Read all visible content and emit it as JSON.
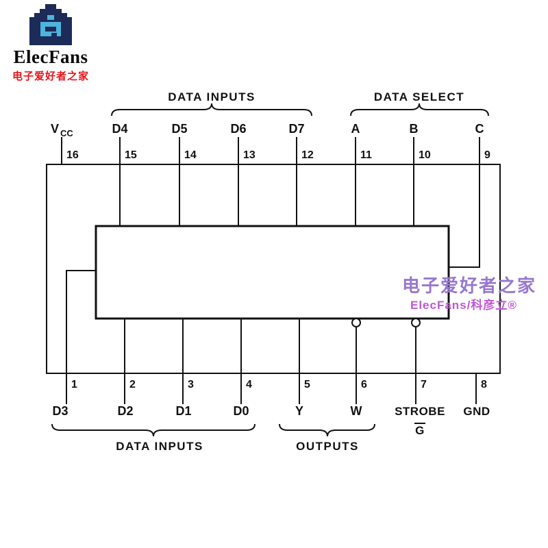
{
  "logo": {
    "name": "ElecFans",
    "subtitle": "电子爱好者之家"
  },
  "watermark": {
    "line1": "电子爱好者之家",
    "line2": "ElecFans/科彦立®"
  },
  "diagram": {
    "groups": {
      "top_left": "DATA INPUTS",
      "top_right": "DATA SELECT",
      "bottom_left": "DATA INPUTS",
      "bottom_right": "OUTPUTS"
    },
    "vcc": {
      "label": "V",
      "sub": "CC",
      "number": "16"
    },
    "top_pins": [
      {
        "label": "D4",
        "number": "15"
      },
      {
        "label": "D5",
        "number": "14"
      },
      {
        "label": "D6",
        "number": "13"
      },
      {
        "label": "D7",
        "number": "12"
      },
      {
        "label": "A",
        "number": "11"
      },
      {
        "label": "B",
        "number": "10"
      },
      {
        "label": "C",
        "number": "9"
      }
    ],
    "bottom_pins": [
      {
        "label": "D3",
        "number": "1"
      },
      {
        "label": "D2",
        "number": "2"
      },
      {
        "label": "D1",
        "number": "3"
      },
      {
        "label": "D0",
        "number": "4"
      },
      {
        "label": "Y",
        "number": "5"
      },
      {
        "label": "W",
        "number": "6"
      },
      {
        "label": "STROBE",
        "number": "7",
        "sublabel": "G"
      },
      {
        "label": "GND",
        "number": "8"
      }
    ]
  }
}
